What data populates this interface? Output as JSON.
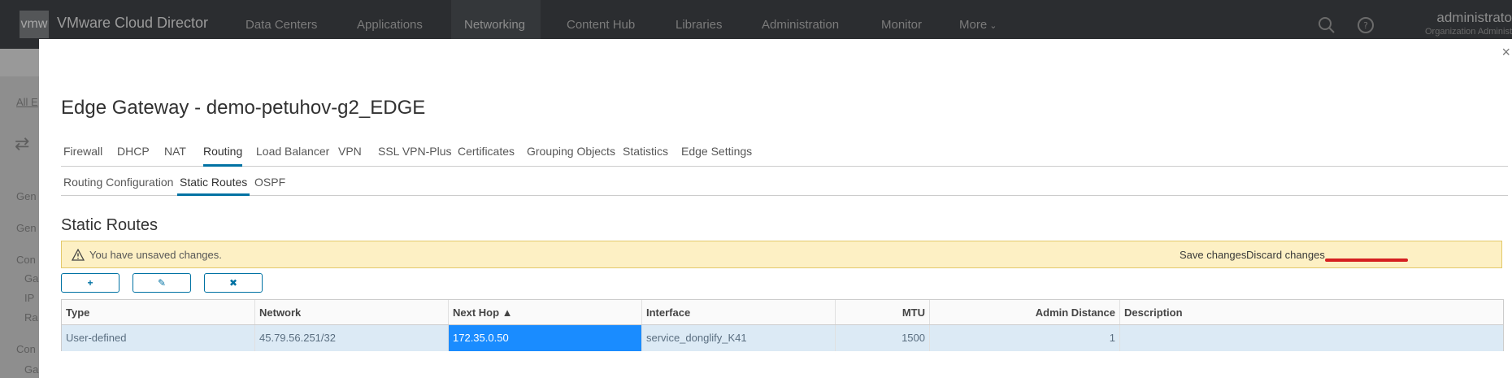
{
  "topnav": {
    "logo": "vmw",
    "brand": "VMware Cloud Director",
    "items": [
      "Data Centers",
      "Applications",
      "Networking",
      "Content Hub",
      "Libraries",
      "Administration",
      "Monitor",
      "More"
    ],
    "user_name": "administrato",
    "user_org": "Organization Administ"
  },
  "background": {
    "breadcrumb": "All E",
    "side_items": [
      "Gen",
      "Gen",
      "Con",
      "Ga",
      "IP",
      "Ra",
      "Con",
      "Ga"
    ]
  },
  "modal": {
    "title": "Edge Gateway - demo-petuhov-g2_EDGE",
    "tabs": [
      "Firewall",
      "DHCP",
      "NAT",
      "Routing",
      "Load Balancer",
      "VPN",
      "SSL VPN-Plus",
      "Certificates",
      "Grouping Objects",
      "Statistics",
      "Edge Settings"
    ],
    "active_tab": "Routing",
    "subtabs": [
      "Routing Configuration",
      "Static Routes",
      "OSPF"
    ],
    "active_subtab": "Static Routes",
    "section_title": "Static Routes",
    "alert": {
      "message": "You have unsaved changes.",
      "save_label": "Save changes",
      "discard_label": "Discard changes"
    },
    "toolbar": {
      "add_glyph": "+",
      "edit_glyph": "✎",
      "delete_glyph": "✖"
    },
    "table": {
      "columns": [
        "Type",
        "Network",
        "Next Hop ▲",
        "Interface",
        "MTU",
        "Admin Distance",
        "Description"
      ],
      "rows": [
        [
          "User-defined",
          "45.79.56.251/32",
          "172.35.0.50",
          "service_donglify_K41",
          "1500",
          "1",
          ""
        ]
      ]
    }
  },
  "colors": {
    "accent": "#0072a3",
    "alert_bg": "#fdf0c4",
    "selected_cell": "#1a8cff",
    "row_selected": "#dceaf5",
    "underline_red": "#d52020"
  }
}
